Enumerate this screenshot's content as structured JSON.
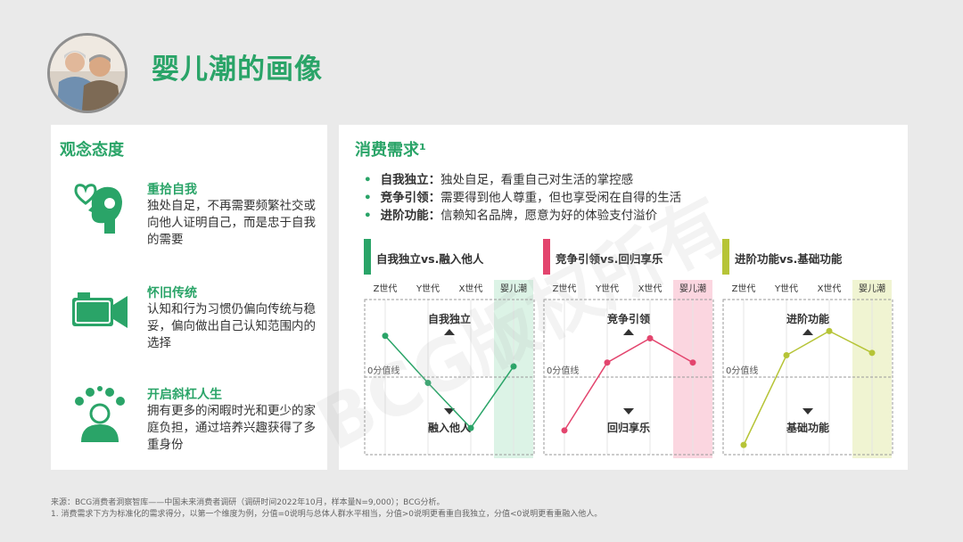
{
  "page": {
    "title": "婴儿潮的画像"
  },
  "left": {
    "heading": "观念态度",
    "items": [
      {
        "icon": "heart-head-icon",
        "title": "重拾自我",
        "desc": "独处自足，不再需要频繁社交或向他人证明自己，而是忠于自我的需要"
      },
      {
        "icon": "video-camera-icon",
        "title": "怀旧传统",
        "desc": "认知和行为习惯仍偏向传统与稳妥，偏向做出自己认知范围内的选择"
      },
      {
        "icon": "multi-interest-person-icon",
        "title": "开启斜杠人生",
        "desc": "拥有更多的闲暇时光和更少的家庭负担，通过培养兴趣获得了多重身份"
      }
    ]
  },
  "right": {
    "heading": "消费需求¹",
    "needs": [
      {
        "label": "自我独立：",
        "text": "独处自足，看重自己对生活的掌控感"
      },
      {
        "label": "竞争引领：",
        "text": "需要得到他人尊重，但也享受闲在自得的生活"
      },
      {
        "label": "进阶功能：",
        "text": "信赖知名品牌，愿意为好的体验支付溢价"
      }
    ]
  },
  "chart_data": [
    {
      "type": "line",
      "title": "自我独立vs.融入他人",
      "categories": [
        "Z世代",
        "Y世代",
        "X世代",
        "婴儿潮"
      ],
      "values": [
        0.85,
        -0.12,
        -1.05,
        0.22
      ],
      "ylim": [
        -1.6,
        1.6
      ],
      "top_label": "自我独立",
      "bottom_label": "融入他人",
      "zero_label": "0分值线",
      "highlight_category": "婴儿潮",
      "color": "#2aa468",
      "highlight_color": "#dcf3e6"
    },
    {
      "type": "line",
      "title": "竞争引领vs.回归享乐",
      "categories": [
        "Z世代",
        "Y世代",
        "X世代",
        "婴儿潮"
      ],
      "values": [
        -1.1,
        0.3,
        0.8,
        0.3
      ],
      "ylim": [
        -1.6,
        1.6
      ],
      "top_label": "竞争引领",
      "bottom_label": "回归享乐",
      "zero_label": "0分值线",
      "highlight_category": "婴儿潮",
      "color": "#e3456e",
      "highlight_color": "#fbd6e0"
    },
    {
      "type": "line",
      "title": "进阶功能vs.基础功能",
      "categories": [
        "Z世代",
        "Y世代",
        "X世代",
        "婴儿潮"
      ],
      "values": [
        -1.4,
        0.45,
        0.95,
        0.5
      ],
      "ylim": [
        -1.6,
        1.6
      ],
      "top_label": "进阶功能",
      "bottom_label": "基础功能",
      "zero_label": "0分值线",
      "highlight_category": "婴儿潮",
      "color": "#b6c437",
      "highlight_color": "#f0f4d2"
    }
  ],
  "footnotes": {
    "source": "来源：BCG消费者洞察智库——中国未来消费者调研（调研时间2022年10月，样本量N=9,000）；BCG分析。",
    "note": "1. 消费需求下方为标准化的需求得分，以第一个维度为例，分值=0说明与总体人群水平相当，分值>0说明更看重自我独立，分值<0说明更看重融入他人。"
  },
  "watermark": "BCG版权所有"
}
